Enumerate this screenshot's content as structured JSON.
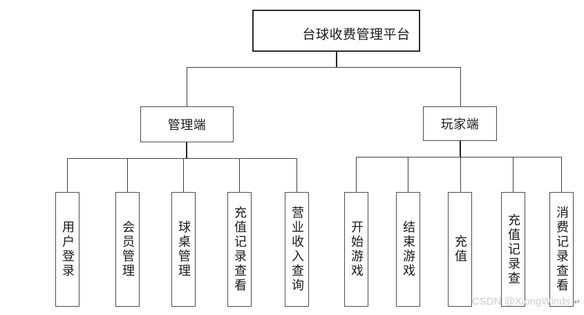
{
  "diagram": {
    "root": {
      "label": "台球收费管理平台"
    },
    "admin": {
      "label": "管理端",
      "children": [
        {
          "label": "用户登录"
        },
        {
          "label": "会员管理"
        },
        {
          "label": "球桌管理"
        },
        {
          "label": "充值记录查看"
        },
        {
          "label": "营业收入查询"
        }
      ]
    },
    "player": {
      "label": "玩家端",
      "children": [
        {
          "label": "开始游戏"
        },
        {
          "label": "结束游戏"
        },
        {
          "label": "充值"
        },
        {
          "label": "充值记录查"
        },
        {
          "label": "消费记录查看"
        }
      ]
    }
  },
  "watermark": {
    "text": "CSDN @XiongWinds",
    "arrow": "↵"
  },
  "colors": {
    "background": "#ffffff",
    "line": "#3f3f3f",
    "box_border": "#4a4a4a",
    "text": "#1a1a1a",
    "watermark": "#cdcdcd",
    "watermark_arrow": "#8c8c8c"
  }
}
